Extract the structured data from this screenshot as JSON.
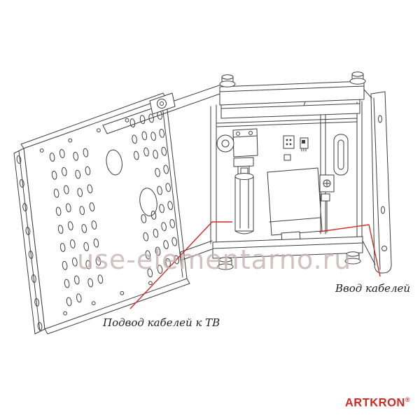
{
  "annotations": {
    "tv_cables_label": "Подвод кабелей к ТВ",
    "cable_entry_label": "Ввод кабелей"
  },
  "watermark": {
    "text": "use-elementarno.ru"
  },
  "brand": {
    "name": "ARTKRON",
    "reg": "®"
  },
  "colors": {
    "accent_red": "#cf2b24",
    "line_color": "#3d3d3d",
    "watermark_color": "#c8b2b2",
    "label_color": "#1d1d1d"
  }
}
